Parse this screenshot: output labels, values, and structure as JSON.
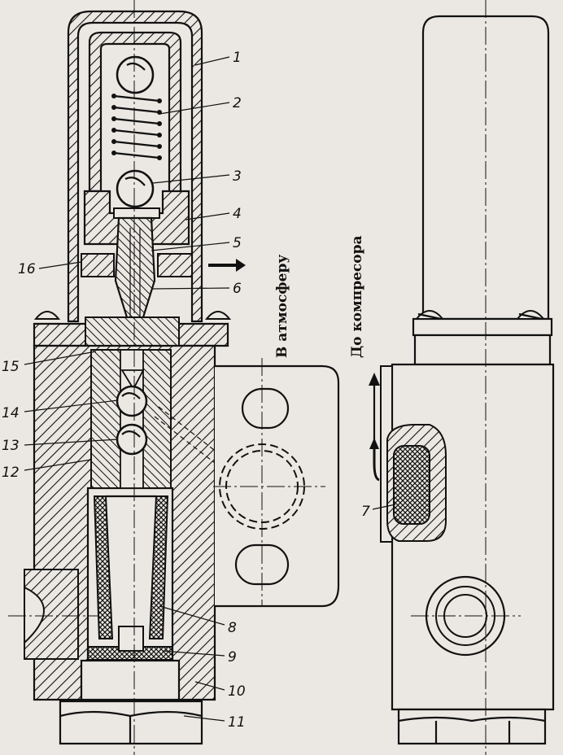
{
  "labels": {
    "l1": "1",
    "l2": "2",
    "l3": "3",
    "l4": "4",
    "l5": "5",
    "l6": "6",
    "l7": "7",
    "l8": "8",
    "l9": "9",
    "l10": "10",
    "l11": "11",
    "l12": "12",
    "l13": "13",
    "l14": "14",
    "l15": "15",
    "l16": "16"
  },
  "annotations": {
    "atmosphere": "В атмосферу",
    "compressor": "До компресора"
  },
  "colors": {
    "ink": "#111111",
    "paper": "#ebe8e3"
  }
}
